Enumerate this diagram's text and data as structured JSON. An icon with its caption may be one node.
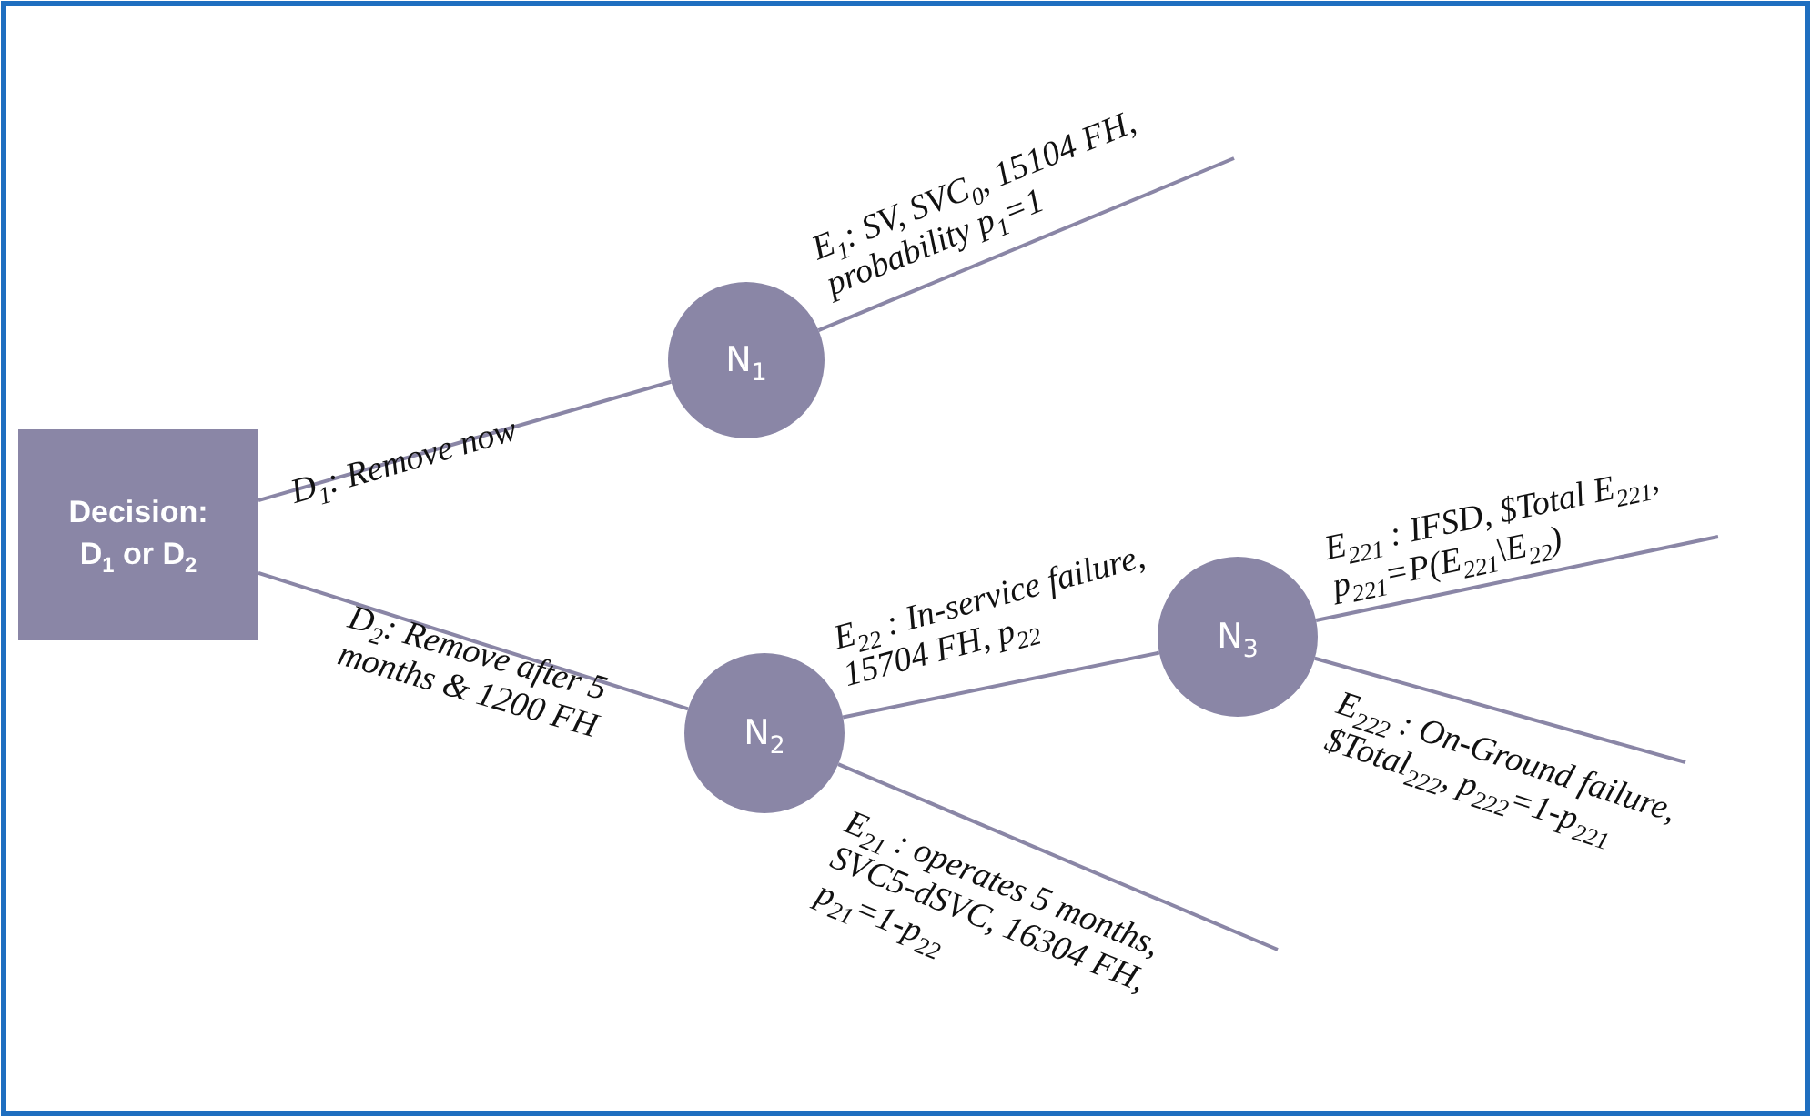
{
  "diagram": {
    "nodes": [
      {
        "text": [
          "Decision: D$_{1}$ or D$_{2}$"
        ]
      },
      {
        "text": [
          "N$_{1}$"
        ]
      },
      {
        "text": [
          "N$_{2}$"
        ]
      },
      {
        "text": [
          "N$_{3}$"
        ]
      }
    ],
    "edges": [
      {
        "from": 0,
        "to": 1,
        "arrow": "none",
        "label": "D$_{1}$: Remove now"
      },
      {
        "from": 1,
        "to": null,
        "arrow": "none",
        "label": "E$_{1}$:  SV, SVC$_{0}$, 15104 FH, probability p$_{1}$=1"
      },
      {
        "from": 0,
        "to": 2,
        "arrow": "none",
        "label": "D$_{2}$: Remove  after 5 months & 1200 FH"
      },
      {
        "from": 2,
        "to": 3,
        "arrow": "none",
        "label": "E$_{22}$ : In-service failure, 15704 FH, p$_{22}$"
      },
      {
        "from": 2,
        "to": null,
        "arrow": "none",
        "label": "E$_{21}$ :  operates 5 months, SVC5-dSVC, 16304 FH, p$_{21}$=1-p$_{22}$"
      },
      {
        "from": 3,
        "to": null,
        "arrow": "none",
        "label": "E$_{221}$ : IFSD, $Total E$_{221}$, p$_{221}$=P(E$_{221}$\\E$_{22}$)"
      },
      {
        "from": 3,
        "to": null,
        "arrow": "none",
        "label": "E$_{222}$ : On-Ground failure, $Total$_{222}$, p$_{222}$=1-p$_{221}$"
      }
    ]
  }
}
